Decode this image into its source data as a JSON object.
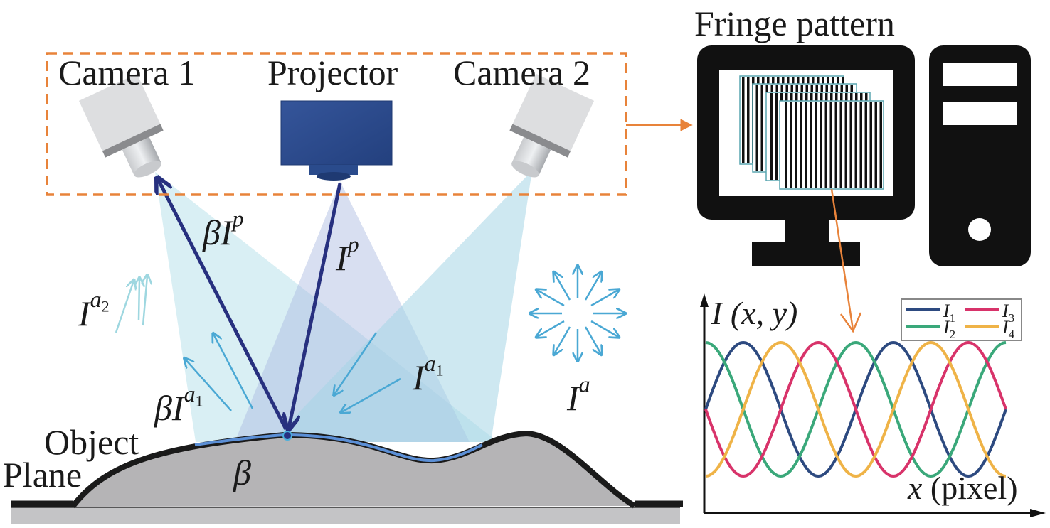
{
  "labels": {
    "camera1": "Camera 1",
    "projector": "Projector",
    "camera2": "Camera 2",
    "fringe_pattern": "Fringe pattern",
    "object": "Object",
    "plane": "Plane",
    "beta": "β",
    "beta_ip_prefix": "βI",
    "beta_ip_sup": "p",
    "ip_base": "I",
    "ip_sup": "p",
    "ia2_base": "I",
    "ia2_sup": "a",
    "ia2_sub": "2",
    "ia1_base": "I",
    "ia1_sup": "a",
    "ia1_sub": "1",
    "beta_ia1_prefix": "βI",
    "beta_ia1_sup": "a",
    "beta_ia1_sub": "1",
    "ia_base": "I",
    "ia_sup": "a"
  },
  "colors": {
    "dashed_box": "#e8833a",
    "arrow_orange": "#e8833a",
    "ray_dark": "#27307f",
    "ambient_arrow": "#4aa8d4",
    "ambient_arrow_light": "#9ed7e0",
    "projector_body": "#2c4a8c",
    "object_fill": "#b5b4b6",
    "object_outline": "#1a1a1a",
    "highlight_surface": "#5b8fd6"
  },
  "chart_data": {
    "type": "line",
    "title": "",
    "ylabel_base": "I",
    "ylabel_rest": "(x, y)",
    "xlabel_var": "x",
    "xlabel_unit": "(pixel)",
    "x_range": [
      0,
      2
    ],
    "y_range": [
      -1,
      1
    ],
    "grid": false,
    "legend_position": "top-right",
    "x": [
      0,
      0.05,
      0.1,
      0.15,
      0.2,
      0.25,
      0.3,
      0.35,
      0.4,
      0.45,
      0.5,
      0.55,
      0.6,
      0.65,
      0.7,
      0.75,
      0.8,
      0.85,
      0.9,
      0.95,
      1.0,
      1.05,
      1.1,
      1.15,
      1.2,
      1.25,
      1.3,
      1.35,
      1.4,
      1.45,
      1.5,
      1.55,
      1.6,
      1.65,
      1.7,
      1.75,
      1.8,
      1.85,
      1.9,
      1.95,
      2.0
    ],
    "series": [
      {
        "name": "I1",
        "label_base": "I",
        "label_sub": "1",
        "color": "#2d4a80",
        "phase_deg": 0,
        "amplitude": 1,
        "cycles": 2
      },
      {
        "name": "I2",
        "label_base": "I",
        "label_sub": "2",
        "color": "#3aa87a",
        "phase_deg": 90,
        "amplitude": 1,
        "cycles": 2
      },
      {
        "name": "I3",
        "label_base": "I",
        "label_sub": "3",
        "color": "#d8336a",
        "phase_deg": 180,
        "amplitude": 1,
        "cycles": 2
      },
      {
        "name": "I4",
        "label_base": "I",
        "label_sub": "4",
        "color": "#efb347",
        "phase_deg": 270,
        "amplitude": 1,
        "cycles": 2
      }
    ],
    "note": "Each curve is sin(2π·x/period + phase) over ~2 periods; x in periods, y normalized intensity"
  }
}
